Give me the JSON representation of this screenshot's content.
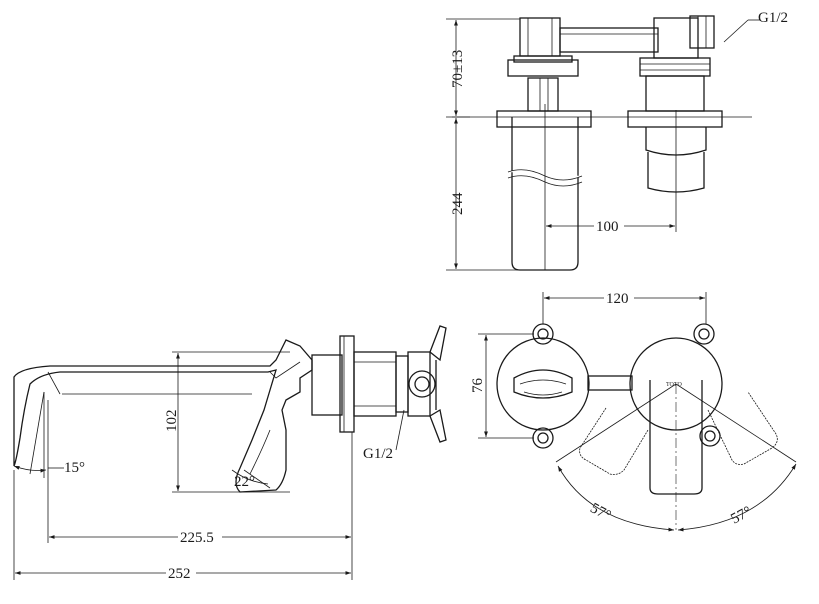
{
  "drawing": {
    "top_view": {
      "thread_label": "G1/2",
      "dim_height": "70±13",
      "dim_spout_length": "244",
      "dim_centers": "100"
    },
    "front_view": {
      "dim_centers": "120",
      "dim_height": "76",
      "dim_angle_left": "57°",
      "dim_angle_right": "57°",
      "brand_mark": "TOTO"
    },
    "side_view": {
      "thread_label": "G1/2",
      "dim_height": "102",
      "dim_angle_spout": "15°",
      "dim_angle_lever": "22°",
      "dim_reach": "225.5",
      "dim_total": "252"
    }
  }
}
